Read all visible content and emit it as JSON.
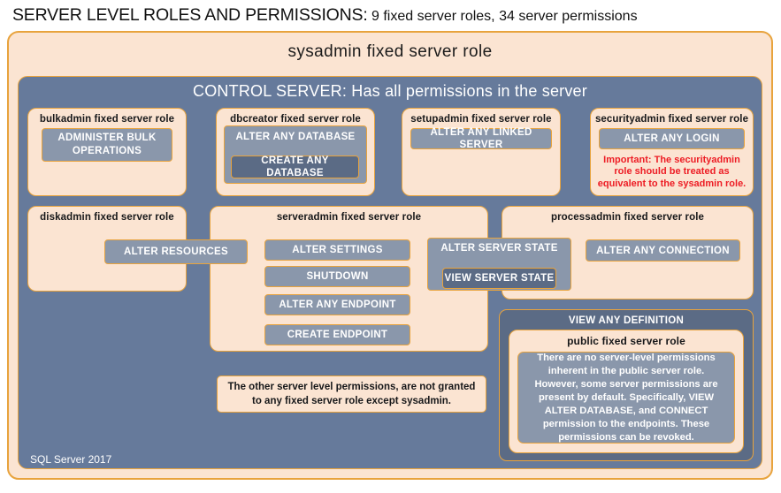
{
  "title": {
    "main": "SERVER LEVEL ROLES AND PERMISSIONS:",
    "sub": "9 fixed server roles, 34 server permissions"
  },
  "sysadmin": {
    "label": "sysadmin fixed server role"
  },
  "control_server": {
    "label": "CONTROL SERVER: Has all permissions in the server"
  },
  "roles": {
    "bulkadmin": {
      "title": "bulkadmin fixed server role",
      "perm": "ADMINISTER  BULK OPERATIONS"
    },
    "dbcreator": {
      "title": "dbcreator fixed server role",
      "perm": "ALTER ANY DATABASE",
      "perm_nested": "CREATE  ANY DATABASE"
    },
    "setupadmin": {
      "title": "setupadmin fixed server role",
      "perm": "ALTER ANY LINKED SERVER"
    },
    "securityadmin": {
      "title": "securityadmin fixed server role",
      "perm": "ALTER ANY LOGIN",
      "note": "Important:  The securityadmin role should  be treated as equivalent to the sysadmin role."
    },
    "diskadmin": {
      "title": "diskadmin fixed server role",
      "perm": "ALTER RESOURCES"
    },
    "serveradmin": {
      "title": "serveradmin fixed server role",
      "perms": [
        "ALTER SETTINGS",
        "SHUTDOWN",
        "ALTER ANY ENDPOINT",
        "CREATE  ENDPOINT"
      ],
      "perm_shared": "ALTER SERVER STATE",
      "perm_shared_nested": "VIEW SERVER STATE"
    },
    "processadmin": {
      "title": "processadmin fixed server role",
      "perm": "ALTER ANY CONNECTION"
    },
    "public": {
      "outer_perm": "VIEW ANY DEFINITION",
      "title": "public  fixed server role",
      "note": "There are no server-level permissions inherent in the public server role. However, some server permissions are present by default. Specifically, VIEW ALTER DATABASE, and CONNECT permission to the endpoints. These permissions can be revoked."
    }
  },
  "other_note": "The other server level permissions,  are not granted to any fixed server role except sysadmin.",
  "footer": "SQL Server 2017",
  "colors": {
    "peach": "#fbe4d2",
    "gold_border": "#e8a33d",
    "slate_panel": "#667a9b",
    "perm_fill": "#8a97ab",
    "perm_fill_dark": "#5b6b85",
    "warning_red": "#ed1c24"
  }
}
